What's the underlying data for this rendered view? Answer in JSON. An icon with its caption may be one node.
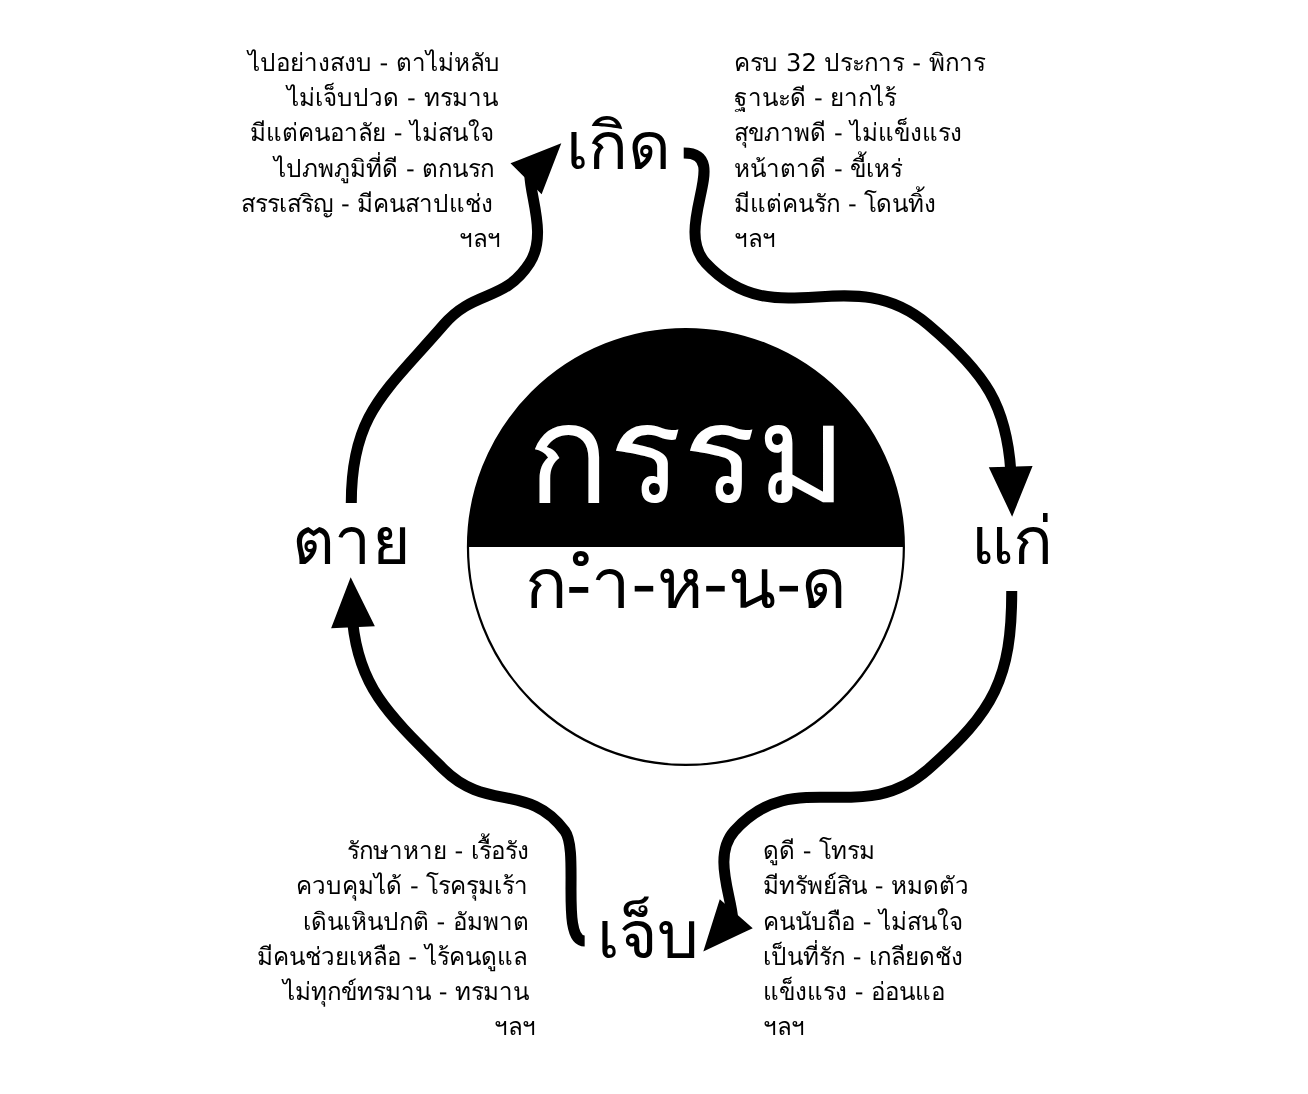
{
  "diagram": {
    "nodes": [
      {
        "text": [
          "เกิด"
        ],
        "beside": [
          "ครบ 32 ประการ - พิการ",
          "ฐานะดี - ยากไร้",
          "สุขภาพดี - ไม่แข็งแรง",
          "หน้าตาดี - ขี้เหร่",
          "มีแต่คนรัก - โดนทิ้ง",
          "ฯลฯ"
        ]
      },
      {
        "text": [
          "ตาย"
        ],
        "beside": [
          "ไปอย่างสงบ - ตาไม่หลับ",
          "ไม่เจ็บปวด - ทรมาน",
          "มีแต่คนอาลัย - ไม่สนใจ",
          "ไปภพภูมิที่ดี - ตกนรก",
          "สรรเสริญ - มีคนสาปแช่ง",
          "ฯลฯ"
        ]
      },
      {
        "text": [
          "กรรม",
          "ก-ำ-ห-น-ด"
        ]
      },
      {
        "text": [
          "แก่"
        ],
        "beside": [
          "ดูดี - โทรม",
          "มีทรัพย์สิน - หมดตัว",
          "คนนับถือ - ไม่สนใจ",
          "เป็นที่รัก - เกลียดชัง",
          "แข็งแรง - อ่อนแอ",
          "ฯลฯ"
        ]
      },
      {
        "text": [
          "เจ็บ"
        ],
        "beside": [
          "รักษาหาย - เรื้อรัง",
          "ควบคุมได้ - โรครุมเร้า",
          "เดินเหินปกติ - อัมพาต",
          "มีคนช่วยเหลือ - ไร้คนดูแล",
          "ไม่ทุกข์ทรมาน - ทรมาน",
          "ฯลฯ"
        ]
      }
    ],
    "edges": [
      {
        "from": 0,
        "to": 3,
        "arrow": "to"
      },
      {
        "from": 3,
        "to": 4,
        "arrow": "to"
      },
      {
        "from": 4,
        "to": 1,
        "arrow": "to"
      },
      {
        "from": 1,
        "to": 0,
        "arrow": "to"
      }
    ]
  }
}
